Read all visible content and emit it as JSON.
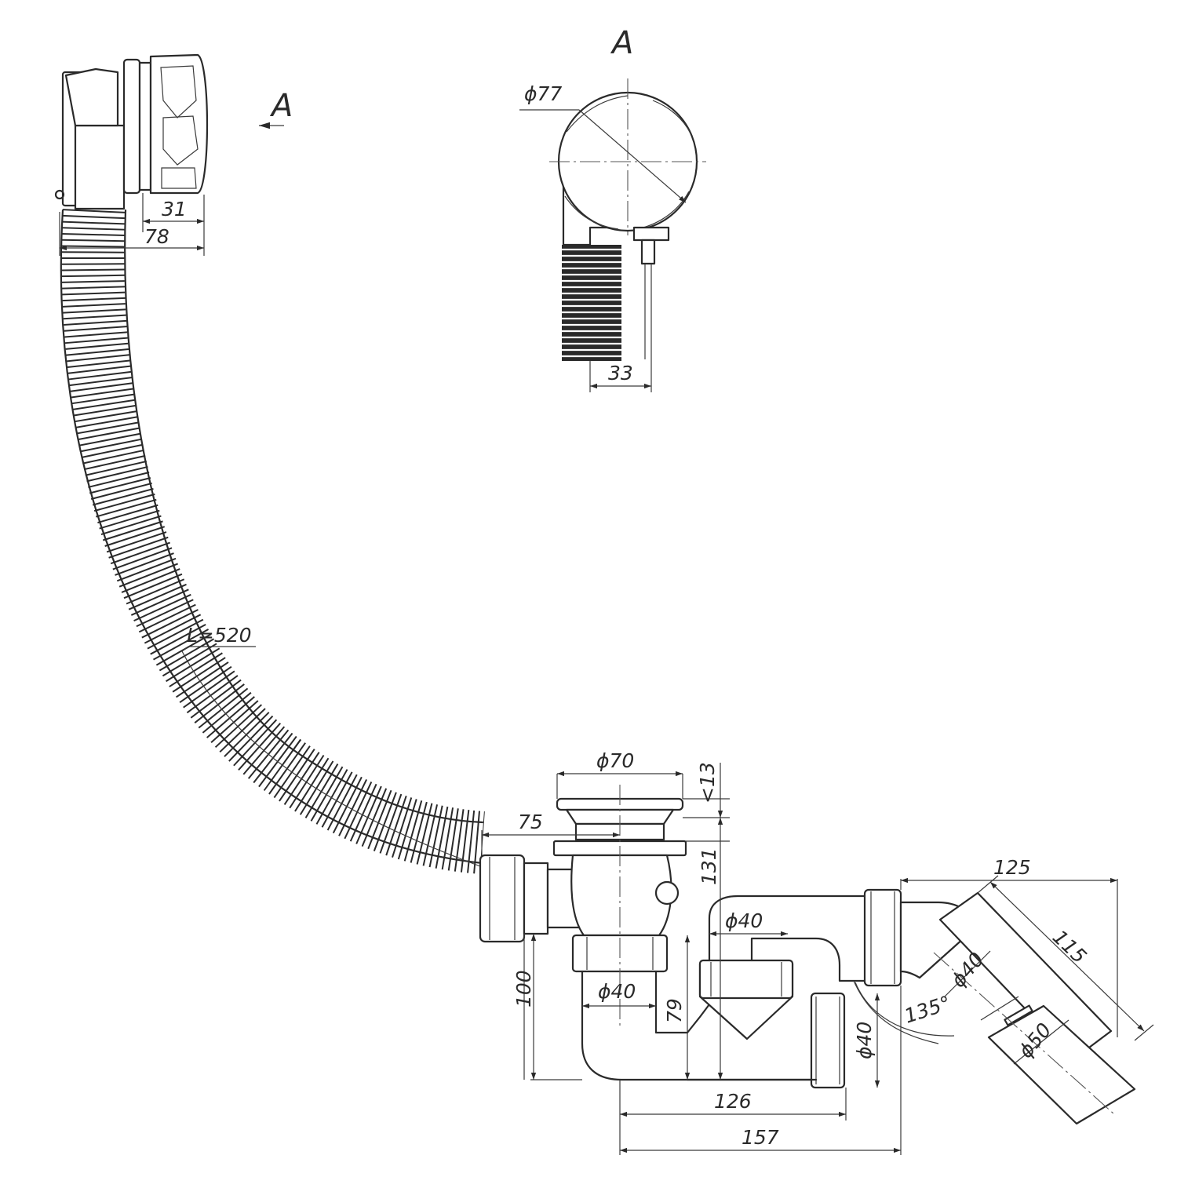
{
  "view_label": "A",
  "section_arrow_label": "A",
  "dimensions": {
    "d_cap": "ϕ77",
    "w_cap": "31",
    "w_body": "78",
    "w_view": "33",
    "hose_len": "L=520",
    "d_plug": "ϕ70",
    "h_plug": "<13",
    "w_outlet": "75",
    "h_body": "131",
    "d_pipe_1": "ϕ40",
    "h_low": "100",
    "d_pipe_2": "ϕ40",
    "h_u": "79",
    "d_pipe_3": "ϕ40",
    "w_126": "126",
    "w_157": "157",
    "w_125": "125",
    "l_115": "115",
    "d_pipe_4": "ϕ40",
    "angle": "135°",
    "d_outlet": "ϕ50"
  }
}
